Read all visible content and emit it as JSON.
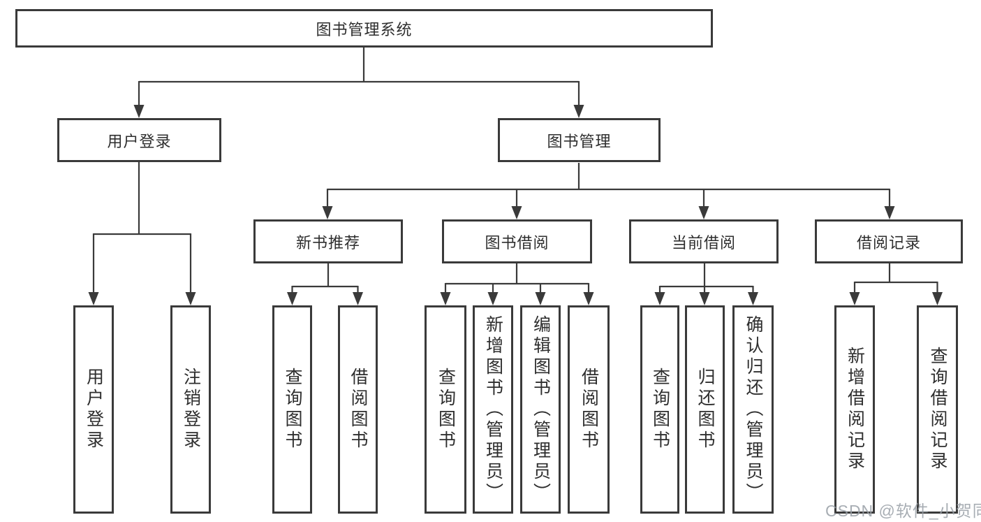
{
  "root": {
    "label": "图书管理系统"
  },
  "user_login": {
    "label": "用户登录",
    "children": [
      {
        "label": "用户登录"
      },
      {
        "label": "注销登录"
      }
    ]
  },
  "book_mgmt": {
    "label": "图书管理",
    "groups": [
      {
        "label": "新书推荐",
        "children": [
          {
            "label": "查询图书"
          },
          {
            "label": "借阅图书"
          }
        ]
      },
      {
        "label": "图书借阅",
        "children": [
          {
            "label": "查询图书"
          },
          {
            "label": "新增图书（管理员）"
          },
          {
            "label": "编辑图书（管理员）"
          },
          {
            "label": "借阅图书"
          }
        ]
      },
      {
        "label": "当前借阅",
        "children": [
          {
            "label": "查询图书"
          },
          {
            "label": "归还图书"
          },
          {
            "label": "确认归还（管理员）"
          }
        ]
      },
      {
        "label": "借阅记录",
        "children": [
          {
            "label": "新增借阅记录"
          },
          {
            "label": "查询借阅记录"
          }
        ]
      }
    ]
  },
  "watermark": "CSDN @软件_小贺同学",
  "colors": {
    "line": "#3a3a3a",
    "text": "#2e2e2e",
    "watermark": "#989fa6",
    "background": "#ffffff"
  }
}
